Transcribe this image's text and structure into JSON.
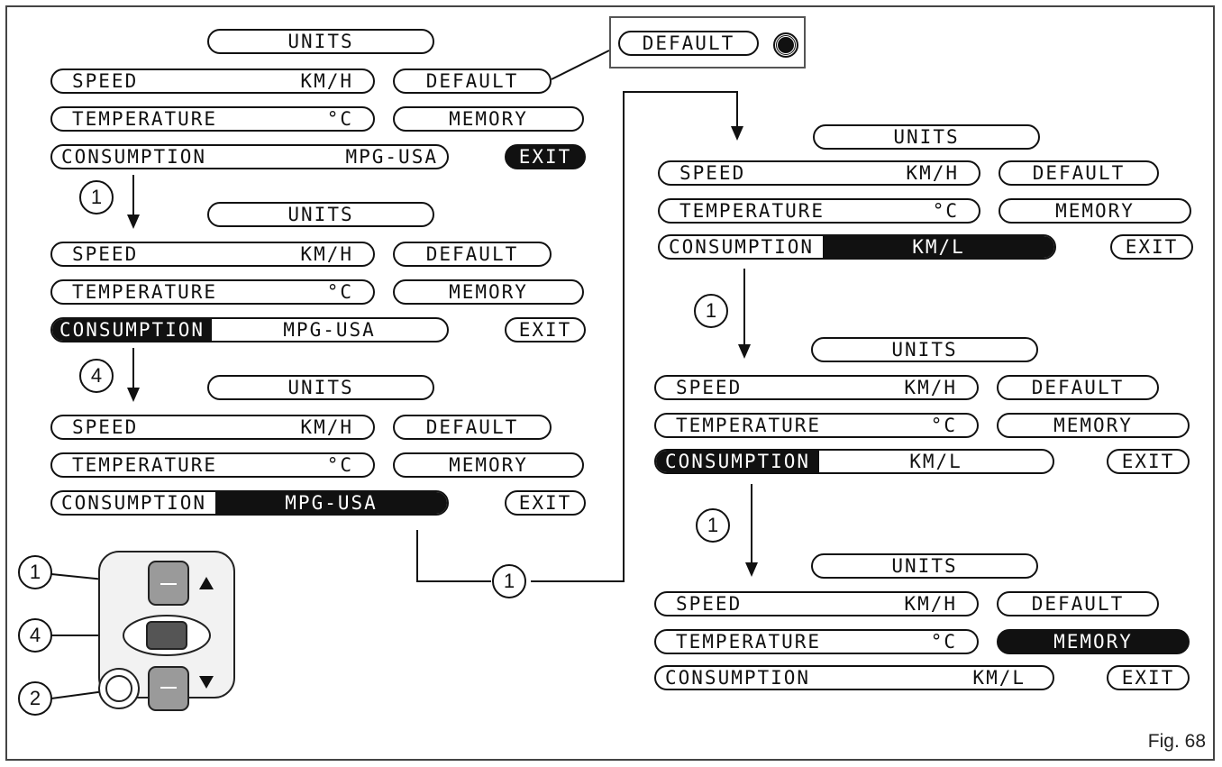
{
  "labels": {
    "units": "UNITS",
    "speed": "SPEED",
    "speed_unit": "KM/H",
    "default": "DEFAULT",
    "temperature": "TEMPERATURE",
    "temperature_unit": "°C",
    "memory": "MEMORY",
    "consumption": "CONSUMPTION",
    "exit": "EXIT",
    "mpg_usa": "MPG-USA",
    "km_l": "KM/L"
  },
  "step_numbers": {
    "one": "1",
    "four": "4",
    "two": "2"
  },
  "figure_caption": "Fig. 68"
}
